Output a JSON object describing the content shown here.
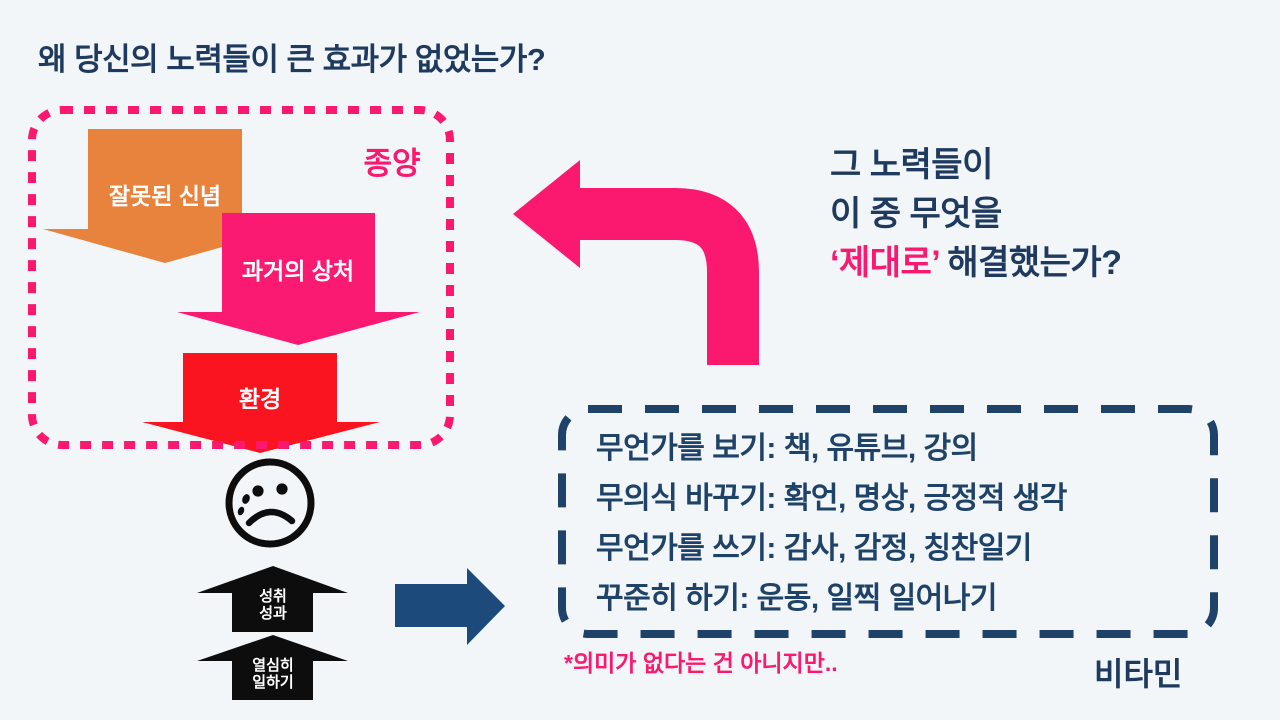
{
  "title": "왜 당신의 노력들이 큰 효과가 없었는가?",
  "colors": {
    "background": "#f2f6f9",
    "navy_text": "#1e3a5e",
    "navy_box": "#1f4368",
    "navy_arrow": "#1c4b7b",
    "pink": "#fb196f",
    "orange": "#e8833e",
    "red": "#fa141f",
    "black": "#0d0d0d"
  },
  "tumor": {
    "label": "종양",
    "causes": [
      {
        "label": "잘못된 신념",
        "color": "#e8833e"
      },
      {
        "label": "과거의 상처",
        "color": "#fb1a72"
      },
      {
        "label": "환경",
        "color": "#fa141f"
      }
    ]
  },
  "icons": {
    "face": "crying-sad-face-icon",
    "flow_arrow": "curved-left-arrow",
    "result_arrow": "right-block-arrow"
  },
  "bottom_flow": {
    "arrows": [
      {
        "label": "성취\n성과"
      },
      {
        "label": "열심히\n일하기"
      }
    ]
  },
  "question": {
    "line1": "그 노력들이",
    "line2": "이 중 무엇을",
    "highlight": "‘제대로’",
    "line3_rest": " 해결했는가?"
  },
  "efforts": {
    "items": [
      "무언가를 보기: 책, 유튜브, 강의",
      "무의식 바꾸기: 확언, 명상, 긍정적 생각",
      "무언가를 쓰기: 감사, 감정, 칭찬일기",
      "꾸준히 하기: 운동, 일찍 일어나기"
    ]
  },
  "footnote": "*의미가 없다는 건 아니지만..",
  "brand": "비타민"
}
